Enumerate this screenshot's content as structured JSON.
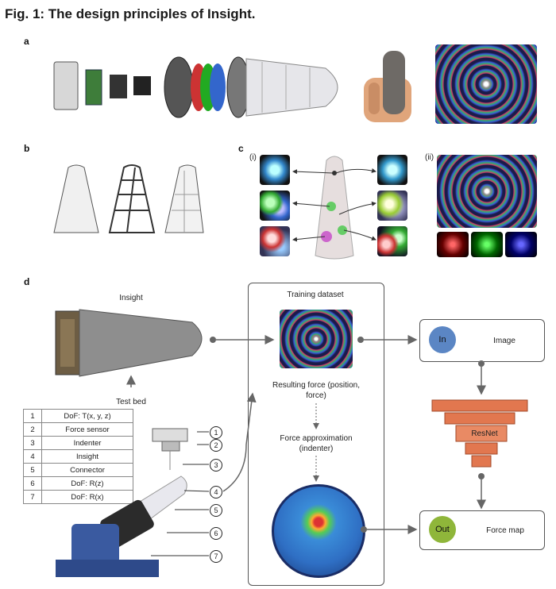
{
  "figure_title": "Fig. 1: The design principles of Insight.",
  "panels": {
    "a": "a",
    "b": "b",
    "c": "c",
    "d": "d"
  },
  "panel_c": {
    "sub_i": "(i)",
    "sub_ii": "(ii)"
  },
  "panel_d": {
    "insight_label": "Insight",
    "test_bed_label": "Test bed",
    "training_dataset_title": "Training dataset",
    "resulting_force": "Resulting force (position, force)",
    "force_approximation": "Force approximation (indenter)",
    "input_node": "In",
    "input_label": "Image",
    "network_label": "ResNet",
    "output_node": "Out",
    "output_label": "Force map",
    "callout_numbers": [
      "1",
      "2",
      "3",
      "4",
      "5",
      "6",
      "7"
    ],
    "legend": [
      {
        "n": "1",
        "text": "DoF: T(x, y, z)"
      },
      {
        "n": "2",
        "text": "Force sensor"
      },
      {
        "n": "3",
        "text": "Indenter"
      },
      {
        "n": "4",
        "text": "Insight"
      },
      {
        "n": "5",
        "text": "Connector"
      },
      {
        "n": "6",
        "text": "DoF: R(z)"
      },
      {
        "n": "7",
        "text": "DoF: R(x)"
      }
    ]
  },
  "colors": {
    "input_node": "#5b86c4",
    "output_node": "#8fb63a",
    "resnet_orange": "#e2774f",
    "arrow": "#666666"
  }
}
